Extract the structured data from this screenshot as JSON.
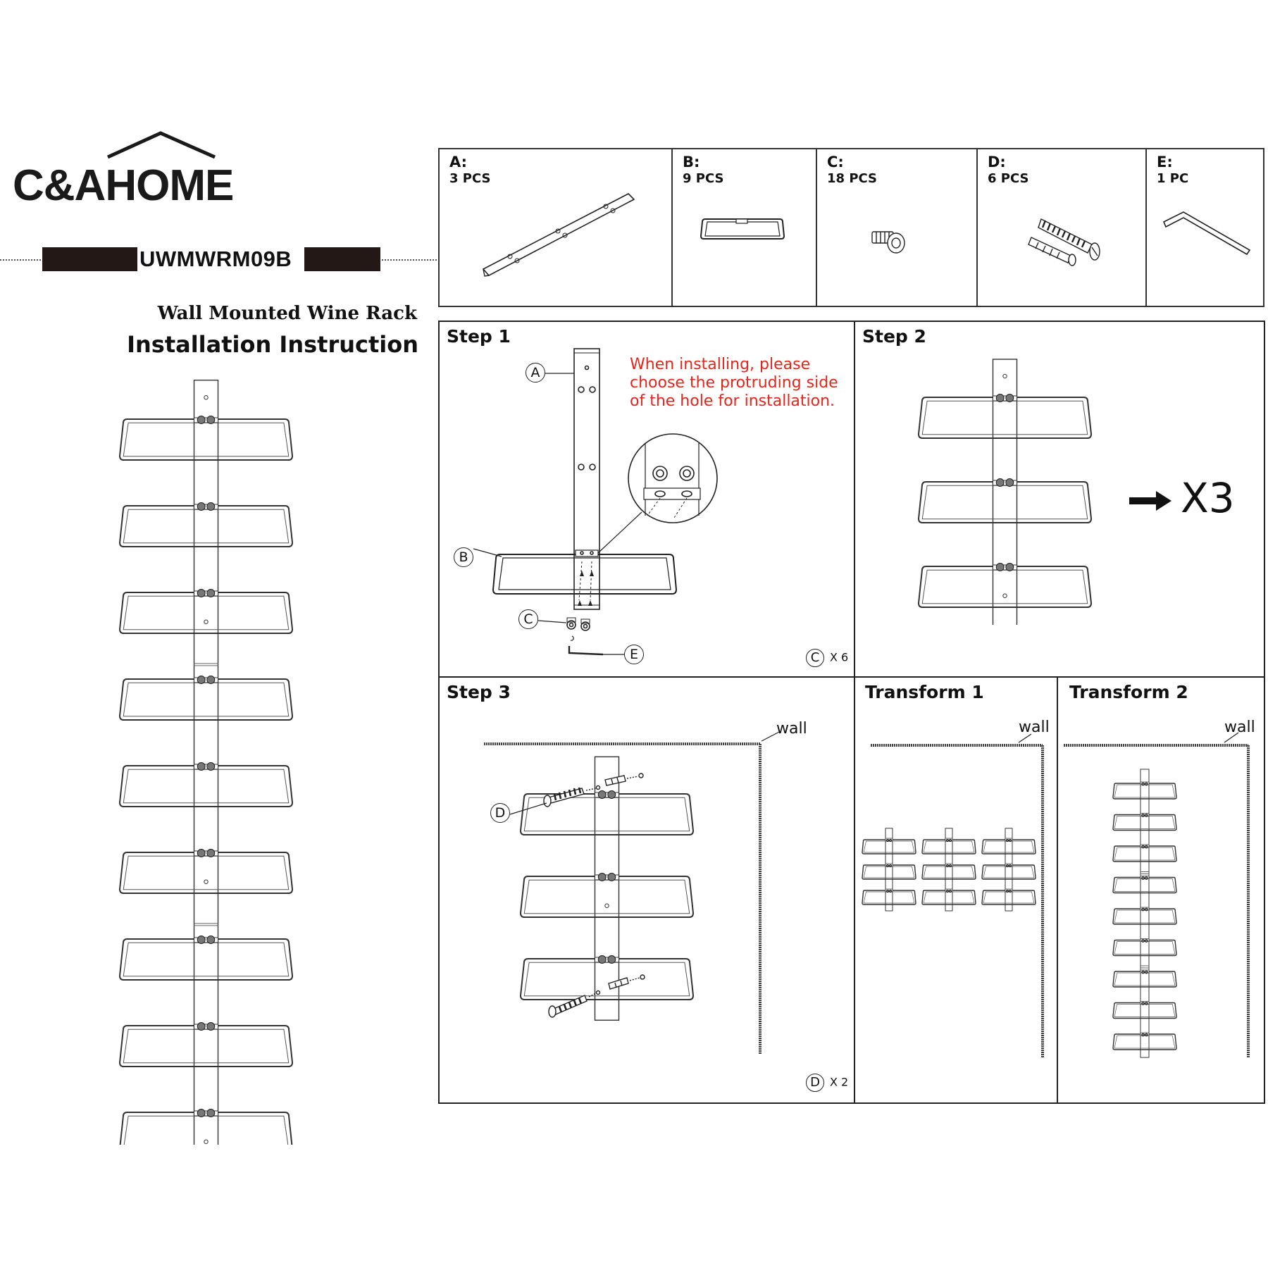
{
  "brand": {
    "name": "C&AHOME",
    "model": "UWMWRM09B"
  },
  "subtitle": {
    "line1": "Wall Mounted Wine Rack",
    "line2": "Installation Instruction"
  },
  "parts": [
    {
      "letter": "A:",
      "qty": "3 PCS",
      "icon": "bracket-icon"
    },
    {
      "letter": "B:",
      "qty": "9 PCS",
      "icon": "bottle-holder-icon"
    },
    {
      "letter": "C:",
      "qty": "18  PCS",
      "icon": "bolt-icon"
    },
    {
      "letter": "D:",
      "qty": "6 PCS",
      "icon": "screw-anchor-icon"
    },
    {
      "letter": "E:",
      "qty": "1 PC",
      "icon": "hex-key-icon"
    }
  ],
  "steps": {
    "step1": {
      "title": "Step 1",
      "note": [
        "When installing, please",
        "choose the protruding side",
        "of the hole for installation."
      ],
      "labels": [
        "A",
        "B",
        "C",
        "E"
      ],
      "count_letter": "C",
      "count_text": "X 6"
    },
    "step2": {
      "title": "Step 2",
      "multiplier": "X3"
    },
    "step3": {
      "title": "Step 3",
      "wall_label": "wall",
      "label": "D",
      "count_letter": "D",
      "count_text": "X 2"
    },
    "transform1": {
      "title": "Transform 1",
      "wall_label": "wall"
    },
    "transform2": {
      "title": "Transform 2",
      "wall_label": "wall"
    }
  },
  "colors": {
    "note_red": "#e2261c",
    "bar_dark": "#231815"
  }
}
